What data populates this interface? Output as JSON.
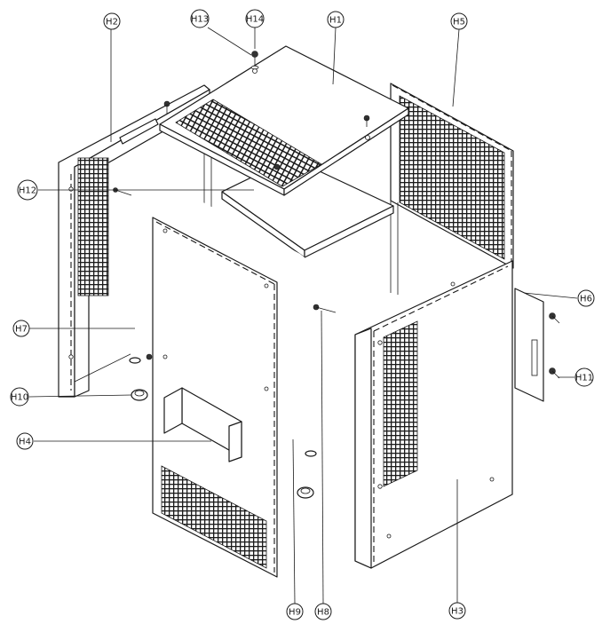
{
  "callouts": [
    {
      "id": "h1",
      "label": "H1"
    },
    {
      "id": "h2",
      "label": "H2"
    },
    {
      "id": "h3",
      "label": "H3"
    },
    {
      "id": "h4",
      "label": "H4"
    },
    {
      "id": "h5",
      "label": "H5"
    },
    {
      "id": "h6",
      "label": "H6"
    },
    {
      "id": "h7",
      "label": "H7"
    },
    {
      "id": "h8",
      "label": "H8"
    },
    {
      "id": "h9",
      "label": "H9"
    },
    {
      "id": "h10",
      "label": "H10"
    },
    {
      "id": "h11",
      "label": "H11"
    },
    {
      "id": "h12",
      "label": "H12"
    },
    {
      "id": "h13",
      "label": "H13"
    },
    {
      "id": "h14",
      "label": "H14"
    }
  ],
  "colors": {
    "line": "#1a1a1a",
    "background": "#ffffff"
  }
}
